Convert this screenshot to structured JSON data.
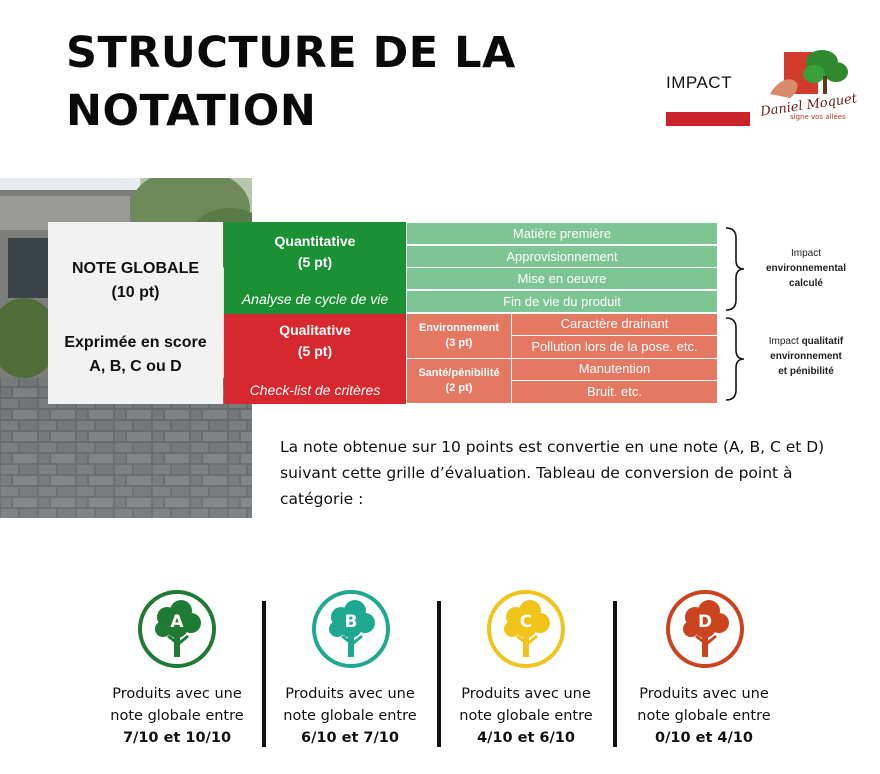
{
  "header": {
    "title": "STRUCTURE DE LA NOTATION",
    "impact_label": "IMPACT",
    "logo_name": "Daniel Moquet",
    "logo_tagline": "signe vos allées",
    "accent_color": "#cc2229"
  },
  "grid": {
    "note_globale": [
      "NOTE GLOBALE",
      "(10 pt)"
    ],
    "exprimee": [
      "Exprimée en score",
      "A, B, C ou D"
    ],
    "quantitative": {
      "title": "Quantitative",
      "points": "(5 pt)",
      "subtitle": "Analyse de cycle de vie",
      "color": "#1a9135"
    },
    "qualitative": {
      "title": "Qualitative",
      "points": "(5 pt)",
      "subtitle": "Check-list de critères",
      "color": "#d7282f"
    },
    "quantitative_rows": [
      "Matière première",
      "Approvisionnement",
      "Mise en oeuvre",
      "Fin de vie du produit"
    ],
    "qualitative_groups": [
      {
        "label": "Environnement",
        "points": "(3 pt)",
        "rows": [
          "Caractère drainant",
          "Pollution lors de la pose. etc."
        ]
      },
      {
        "label": "Santé/pénibilité",
        "points": "(2 pt)",
        "rows": [
          "Manutention",
          "Bruit. etc."
        ]
      }
    ],
    "side_top": {
      "line1": "Impact",
      "bold1": "environnemental",
      "bold2": "calculé"
    },
    "side_bottom": {
      "line1_plain": "Impact ",
      "line1_bold": "qualitatif",
      "bold2": "environnement",
      "bold3": "et pénibilité"
    }
  },
  "paragraph": "La note obtenue sur 10 points est convertie en une note (A, B, C et D) suivant cette grille d’évaluation. Tableau de conversion de point à catégorie :",
  "categories": [
    {
      "letter": "A",
      "line1": "Produits avec une",
      "line2": "note globale entre",
      "range": "7/10 et 10/10",
      "color": "#1f7a33"
    },
    {
      "letter": "B",
      "line1": "Produits avec une",
      "line2": "note globale entre",
      "range": "6/10 et 7/10",
      "color": "#1ea88f"
    },
    {
      "letter": "C",
      "line1": "Produits avec une",
      "line2": "note globale entre",
      "range": "4/10 et 6/10",
      "color": "#f0c419"
    },
    {
      "letter": "D",
      "line1": "Produits avec une",
      "line2": "note globale entre",
      "range": "0/10 et 4/10",
      "color": "#c9441f"
    }
  ]
}
